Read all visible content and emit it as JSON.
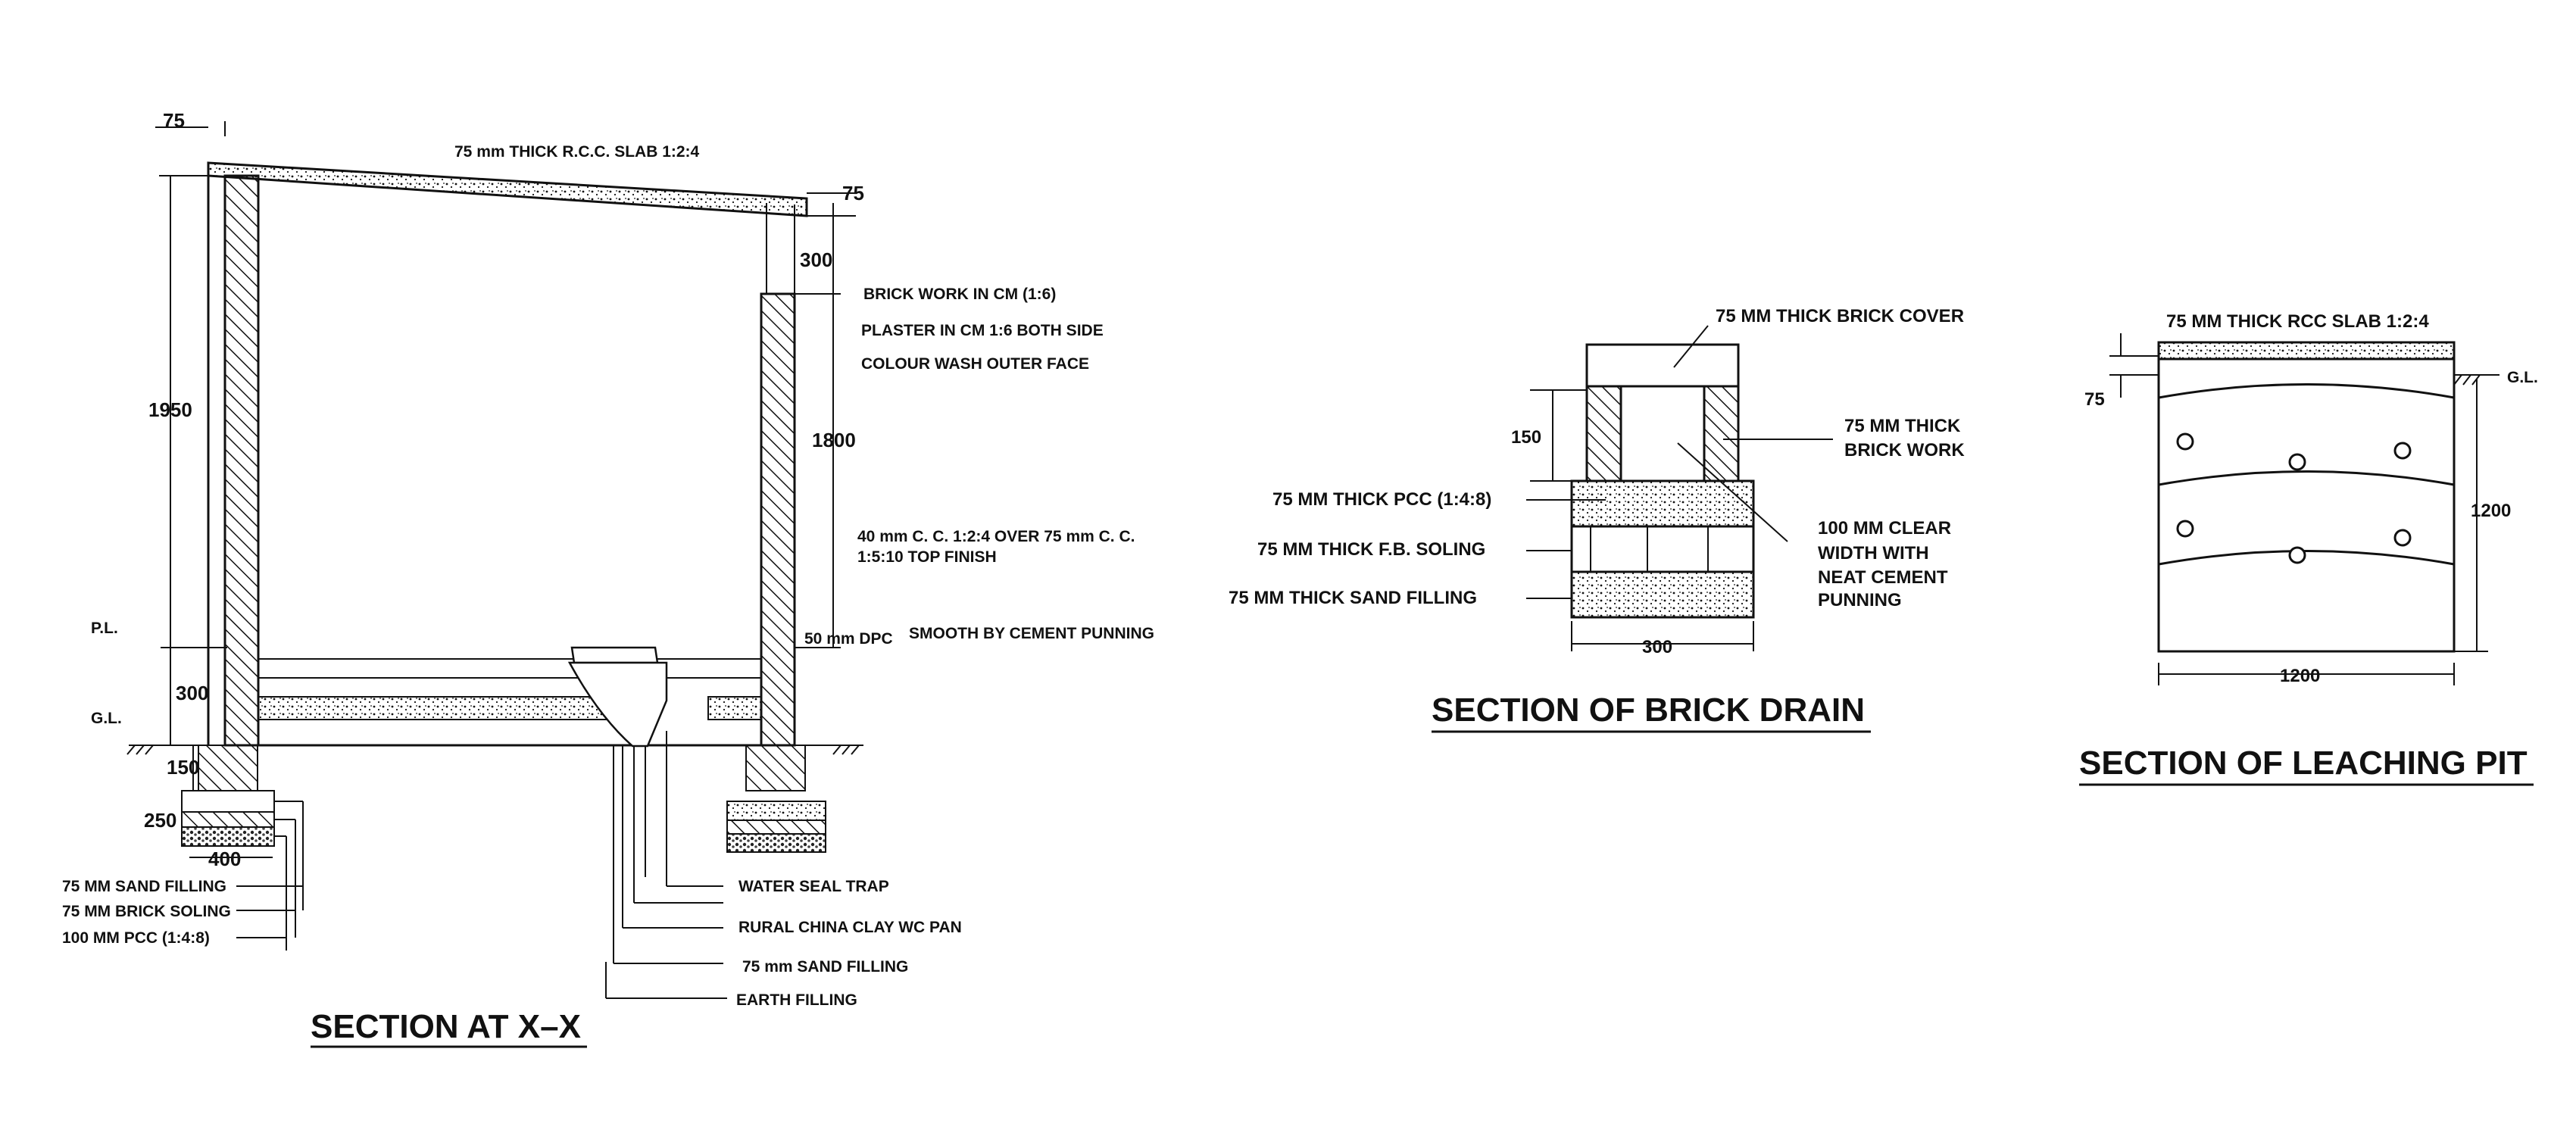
{
  "section_xx": {
    "title": "SECTION AT X–X",
    "dims": {
      "top_75_left": "75",
      "top_75_right": "75",
      "wall_height": "1950",
      "door_300": "300",
      "door_1800": "1800",
      "plinth_300": "300",
      "foot_150": "150",
      "foot_250": "250",
      "foot_400": "400"
    },
    "labels": {
      "slab": "75 mm THICK R.C.C. SLAB 1:2:4",
      "brick_work": "BRICK WORK IN CM (1:6)",
      "plaster": "PLASTER IN CM 1:6 BOTH SIDE",
      "colour_wash": "COLOUR WASH OUTER FACE",
      "cc_line1": "40 mm C. C. 1:2:4 OVER 75 mm C. C.",
      "cc_line2": "1:5:10 TOP FINISH",
      "dpc": "50 mm DPC",
      "punning": "SMOOTH BY CEMENT PUNNING",
      "pl": "P.L.",
      "gl": "G.L.",
      "sand_filling": "75 MM SAND FILLING",
      "brick_soling": "75 MM BRICK SOLING",
      "pcc": "100 MM PCC (1:4:8)",
      "water_seal_trap": "WATER SEAL TRAP",
      "wc_pan": "RURAL CHINA CLAY WC PAN",
      "sand_filling_mm": "75 mm SAND FILLING",
      "earth_filling": "EARTH FILLING"
    }
  },
  "brick_drain": {
    "title": "SECTION OF BRICK DRAIN",
    "labels": {
      "brick_cover": "75 MM THICK BRICK COVER",
      "brick_work_1": "75 MM THICK",
      "brick_work_2": "BRICK WORK",
      "pcc": "75 MM THICK PCC (1:4:8)",
      "fb_soling": "75 MM THICK F.B. SOLING",
      "sand_filling": "75 MM THICK SAND FILLING",
      "clear_1": "100 MM CLEAR",
      "clear_2": "WIDTH WITH",
      "clear_3": "NEAT CEMENT",
      "clear_4": "PUNNING"
    },
    "dims": {
      "height": "150",
      "width": "300"
    }
  },
  "leaching_pit": {
    "title": "SECTION OF LEACHING PIT",
    "labels": {
      "slab": "75 MM THICK RCC SLAB 1:2:4",
      "gl": "G.L."
    },
    "dims": {
      "slab_thk": "75",
      "height": "1200",
      "width": "1200"
    }
  }
}
